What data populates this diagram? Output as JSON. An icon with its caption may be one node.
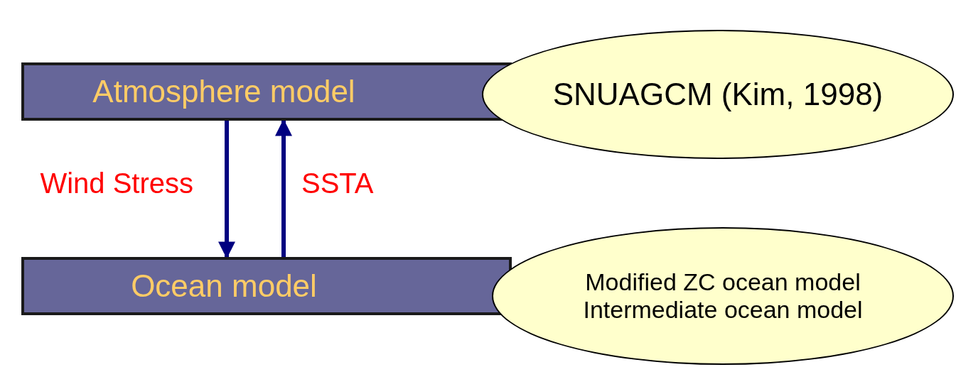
{
  "diagram": {
    "nodes": [
      {
        "text": [
          "Atmosphere model"
        ]
      },
      {
        "text": [
          "SNUAGCM (Kim, 1998)"
        ]
      },
      {
        "text": [
          "Ocean model"
        ]
      },
      {
        "text": [
          "Modified ZC ocean model",
          "Intermediate ocean model"
        ]
      }
    ],
    "edges": [
      {
        "from": 0,
        "to": 2,
        "arrow": "to",
        "label": "Wind Stress"
      },
      {
        "from": 2,
        "to": 0,
        "arrow": "to",
        "label": "SSTA"
      }
    ]
  }
}
